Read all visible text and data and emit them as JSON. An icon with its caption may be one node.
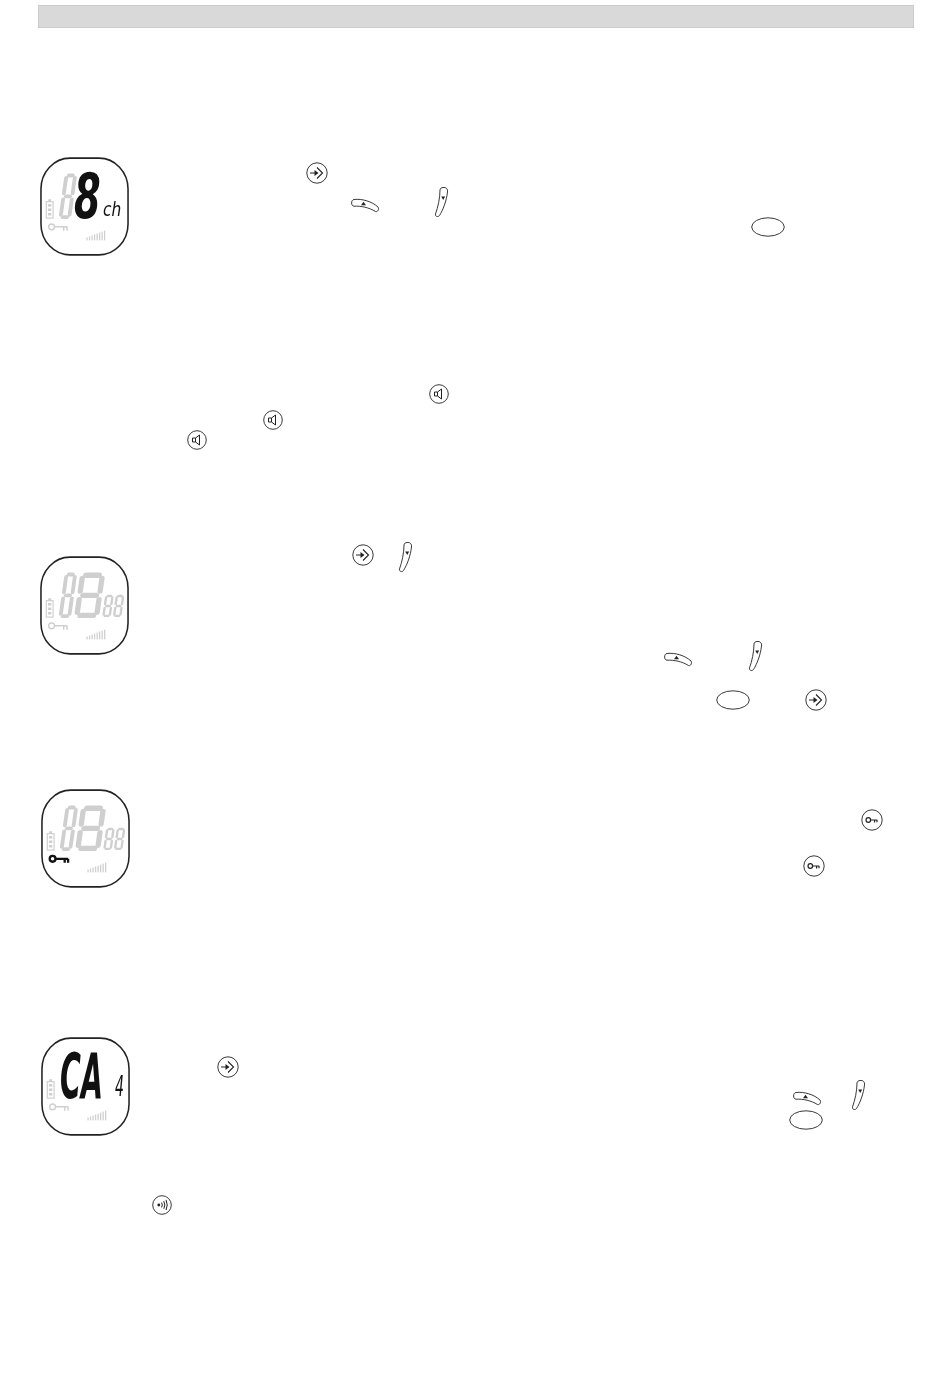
{
  "diagram": {
    "labels": [
      "8",
      "ch",
      "CA",
      "4"
    ]
  }
}
